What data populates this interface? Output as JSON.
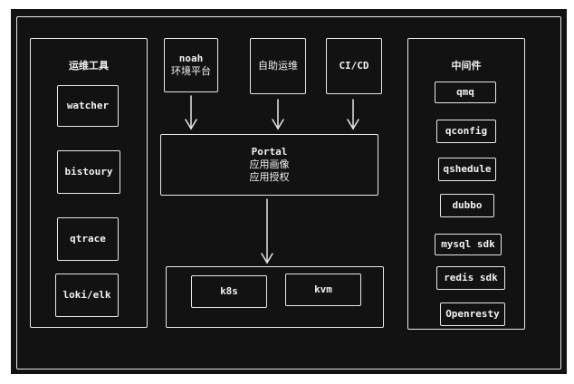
{
  "ops_panel": {
    "title": "运维工具",
    "items": [
      "watcher",
      "bistoury",
      "qtrace",
      "loki/elk"
    ]
  },
  "top_boxes": {
    "noah": [
      "noah",
      "环境平台"
    ],
    "auto_ops": "自助运维",
    "cicd": "CI/CD"
  },
  "portal": {
    "title": "Portal",
    "lines": [
      "应用画像",
      "应用授权"
    ]
  },
  "infra": [
    "k8s",
    "kvm"
  ],
  "middleware_panel": {
    "title": "中间件",
    "items": [
      "qmq",
      "qconfig",
      "qshedule",
      "dubbo",
      "mysql sdk",
      "redis sdk",
      "Openresty"
    ]
  }
}
